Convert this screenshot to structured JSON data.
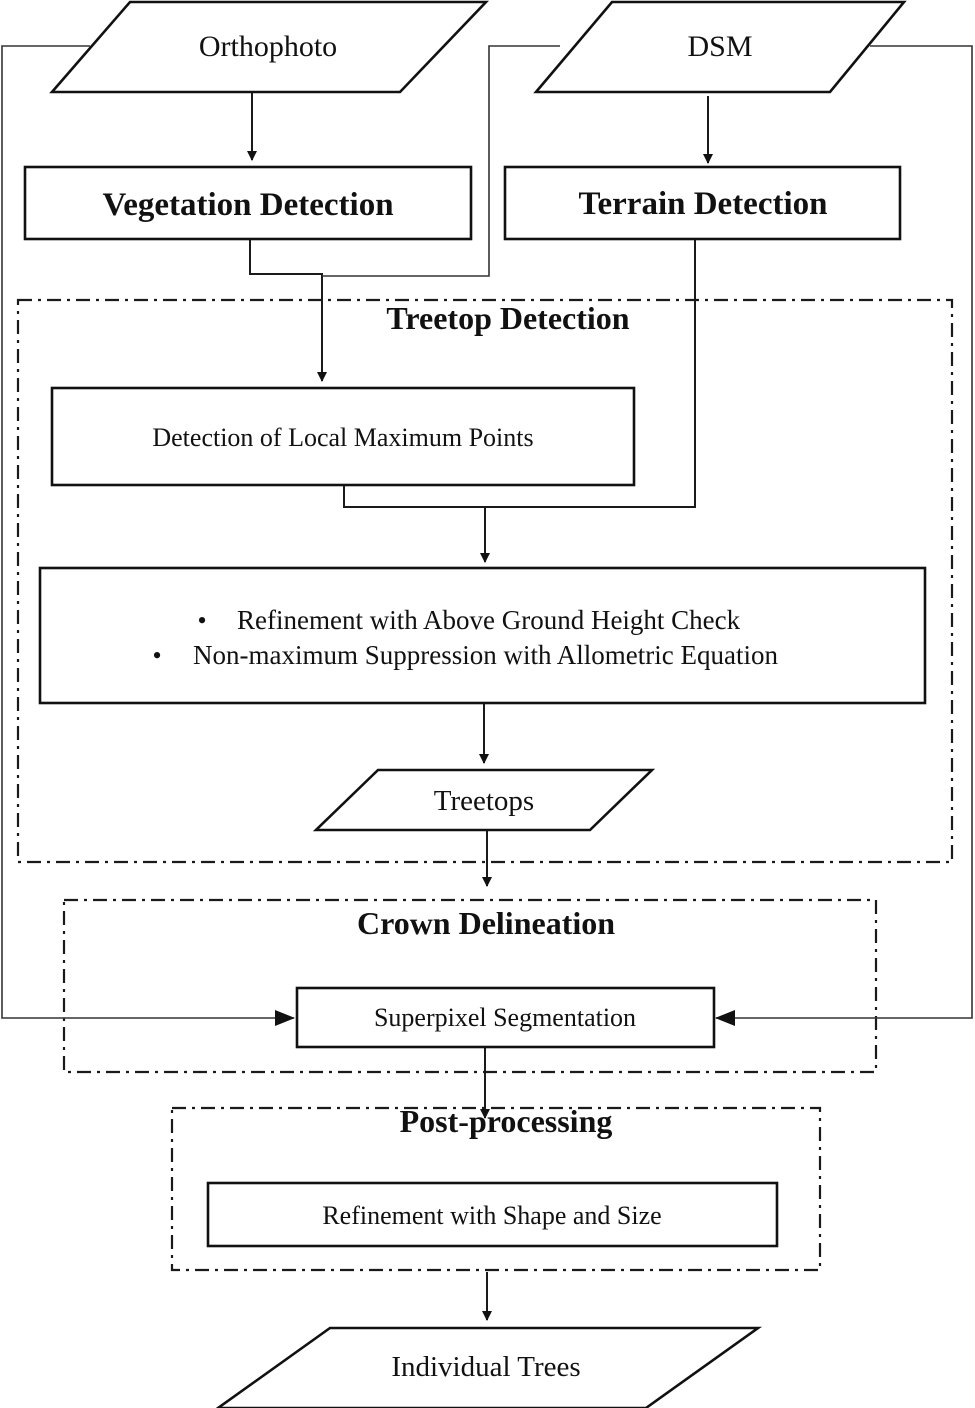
{
  "inputs": {
    "orthophoto": "Orthophoto",
    "dsm": "DSM"
  },
  "steps": {
    "vegetation_detection": "Vegetation Detection",
    "terrain_detection": "Terrain Detection",
    "local_maximum": "Detection of Local Maximum Points",
    "refinement_bullets": [
      "Refinement with Above Ground Height Check",
      "Non-maximum Suppression with Allometric Equation"
    ],
    "superpixel": "Superpixel Segmentation",
    "shape_size": "Refinement with Shape and Size"
  },
  "outputs": {
    "treetops": "Treetops",
    "individual_trees": "Individual Trees"
  },
  "groups": {
    "treetop_detection": "Treetop Detection",
    "crown_delineation": "Crown Delineation",
    "post_processing": "Post-processing"
  },
  "bullet_symbol": "•"
}
